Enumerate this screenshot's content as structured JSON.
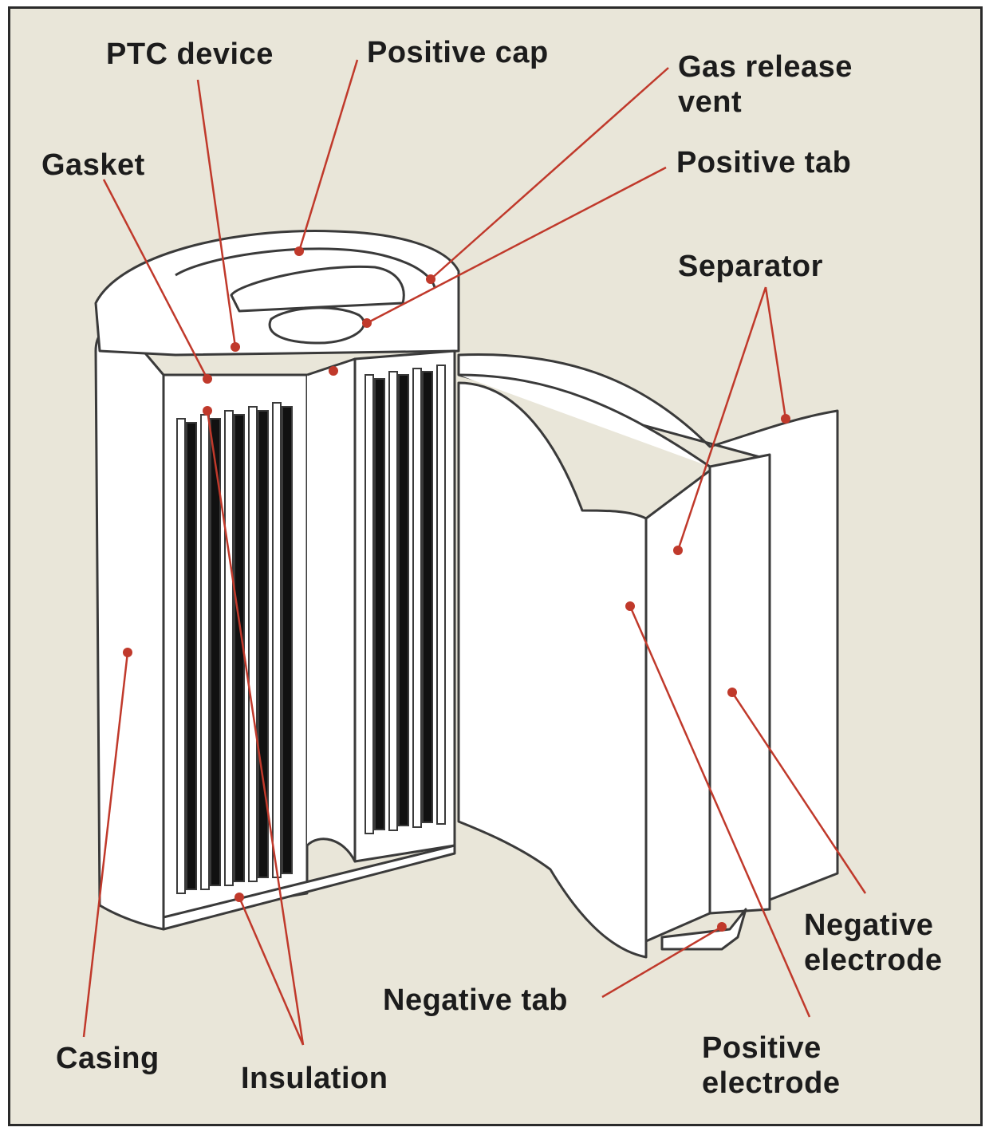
{
  "labels": {
    "ptc_device": "PTC device",
    "positive_cap": "Positive cap",
    "gas_release_vent": "Gas release\nvent",
    "gasket": "Gasket",
    "positive_tab": "Positive tab",
    "separator": "Separator",
    "negative_electrode": "Negative\nelectrode",
    "negative_tab": "Negative tab",
    "casing": "Casing",
    "insulation": "Insulation",
    "positive_electrode": "Positive\nelectrode"
  },
  "colors": {
    "background": "#e9e6d9",
    "leader_line": "#c0392b",
    "outline": "#3a3a3a",
    "electrode_fill": "#111111"
  }
}
